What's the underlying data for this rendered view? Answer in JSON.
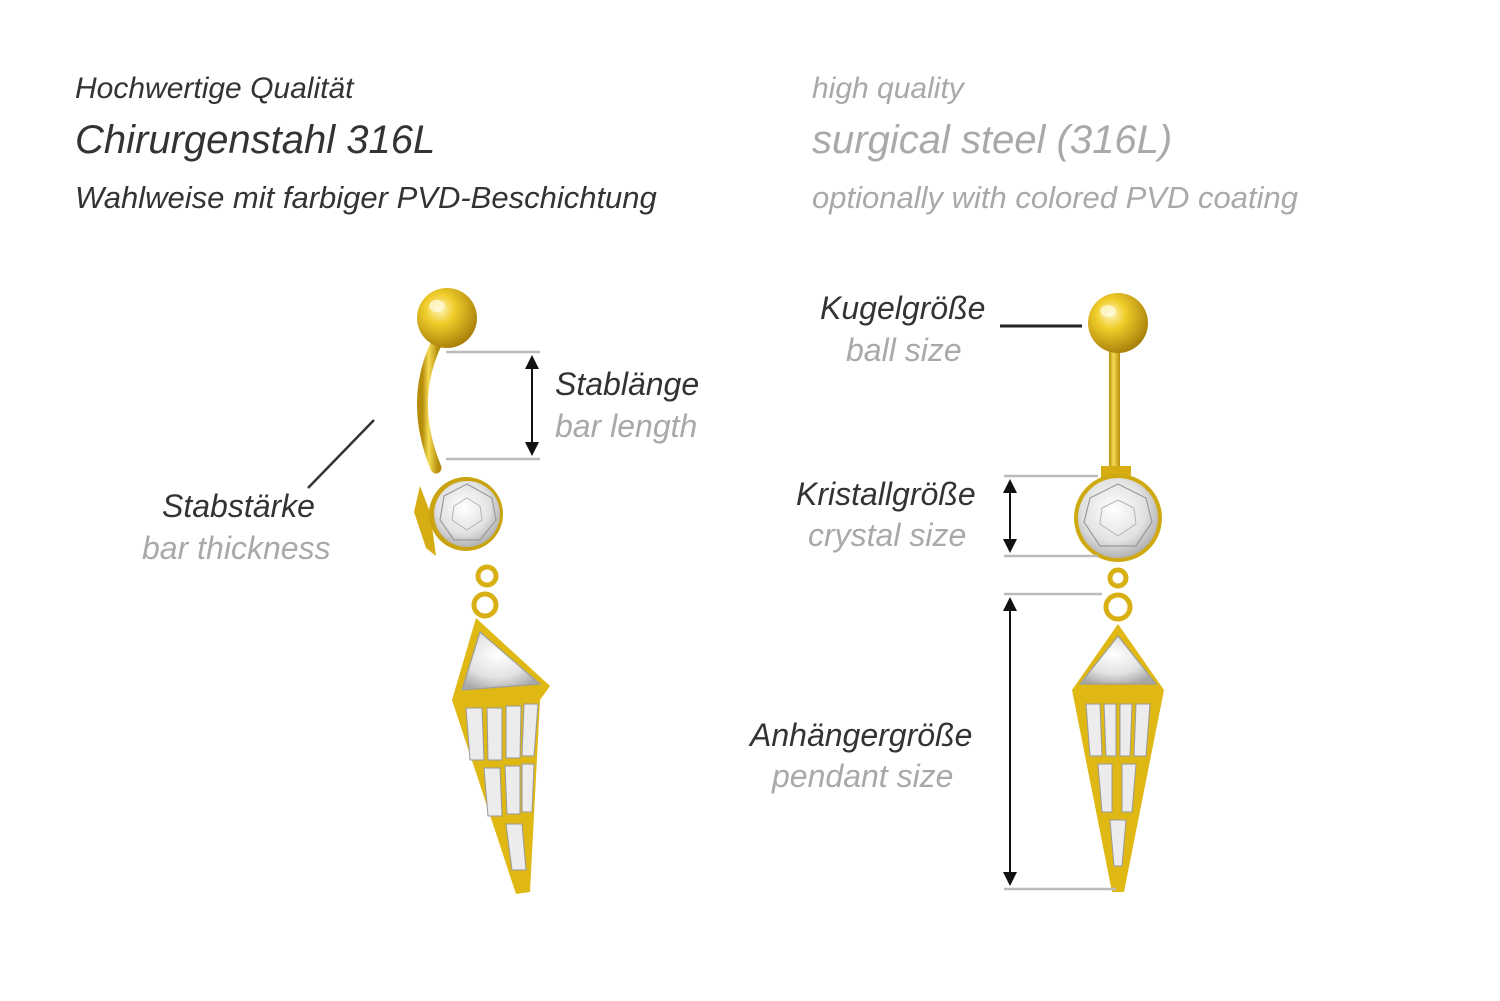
{
  "header": {
    "de": {
      "line1": "Hochwertige Qualität",
      "line2": "Chirurgenstahl 316L",
      "line3": "Wahlweise mit farbiger PVD-Beschichtung"
    },
    "en": {
      "line1": "high quality",
      "line2": "surgical steel (316L)",
      "line3": "optionally with colored PVD coating"
    }
  },
  "labels": {
    "bar_length": {
      "de": "Stablänge",
      "en": "bar length"
    },
    "bar_thickness": {
      "de": "Stabstärke",
      "en": "bar thickness"
    },
    "ball_size": {
      "de": "Kugelgröße",
      "en": "ball size"
    },
    "crystal_size": {
      "de": "Kristallgröße",
      "en": "crystal size"
    },
    "pendant_size": {
      "de": "Anhängergröße",
      "en": "pendant size"
    }
  },
  "colors": {
    "gold": "#e8c21a",
    "gold_dark": "#b8900c",
    "crystal": "#e6e6e6",
    "dark_text": "#333333",
    "light_text": "#a9a9a9",
    "guide_line": "#bbbbbb"
  }
}
